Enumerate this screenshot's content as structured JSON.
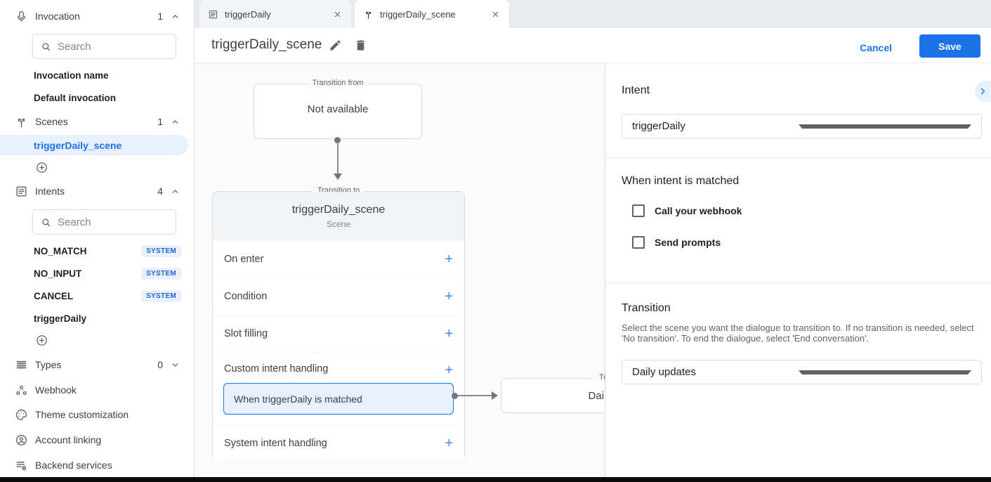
{
  "colors": {
    "accent": "#1a73e8",
    "selection_bg": "#e8f0fe",
    "badge_text": "#1967d2",
    "canvas_bg": "#fafafa",
    "border": "#dadce0",
    "tabstrip_bg": "#e8eaed"
  },
  "icons": {
    "plus": "+"
  },
  "sidebar": {
    "invocation": {
      "label": "Invocation",
      "count": "1",
      "search_placeholder": "Search",
      "items": [
        "Invocation name",
        "Default invocation"
      ]
    },
    "scenes": {
      "label": "Scenes",
      "count": "1",
      "selected_item": "triggerDaily_scene"
    },
    "intents": {
      "label": "Intents",
      "count": "4",
      "search_placeholder": "Search",
      "items": [
        {
          "name": "NO_MATCH",
          "badge": "SYSTEM"
        },
        {
          "name": "NO_INPUT",
          "badge": "SYSTEM"
        },
        {
          "name": "CANCEL",
          "badge": "SYSTEM"
        },
        {
          "name": "triggerDaily"
        }
      ]
    },
    "types": {
      "label": "Types",
      "count": "0"
    },
    "links": [
      {
        "label": "Webhook"
      },
      {
        "label": "Theme customization"
      },
      {
        "label": "Account linking"
      },
      {
        "label": "Backend services"
      }
    ]
  },
  "tabs": [
    {
      "label": "triggerDaily"
    },
    {
      "label": "triggerDaily_scene",
      "active": true
    }
  ],
  "header": {
    "title": "triggerDaily_scene",
    "cancel_label": "Cancel",
    "save_label": "Save"
  },
  "canvas": {
    "transition_from": {
      "legend": "Transition from",
      "content": "Not available"
    },
    "scene_node": {
      "legend": "Transition to",
      "title": "triggerDaily_scene",
      "subtitle": "Scene",
      "rows": [
        {
          "label": "On enter"
        },
        {
          "label": "Condition"
        },
        {
          "label": "Slot filling"
        },
        {
          "label": "Custom intent handling"
        },
        {
          "label": "System intent handling"
        }
      ],
      "custom_intent_child": "When triggerDaily is matched"
    },
    "target_node": {
      "legend": "Transition to",
      "title": "Daily updates"
    }
  },
  "panel": {
    "intent_section": {
      "heading": "Intent",
      "selected_value": "triggerDaily"
    },
    "matched_section": {
      "heading": "When intent is matched",
      "checkboxes": [
        {
          "label": "Call your webhook",
          "checked": false
        },
        {
          "label": "Send prompts",
          "checked": false
        }
      ]
    },
    "transition_section": {
      "heading": "Transition",
      "description": "Select the scene you want the dialogue to transition to. If no transition is needed, select 'No transition'. To end the dialogue, select 'End conversation'.",
      "selected_value": "Daily updates"
    }
  }
}
